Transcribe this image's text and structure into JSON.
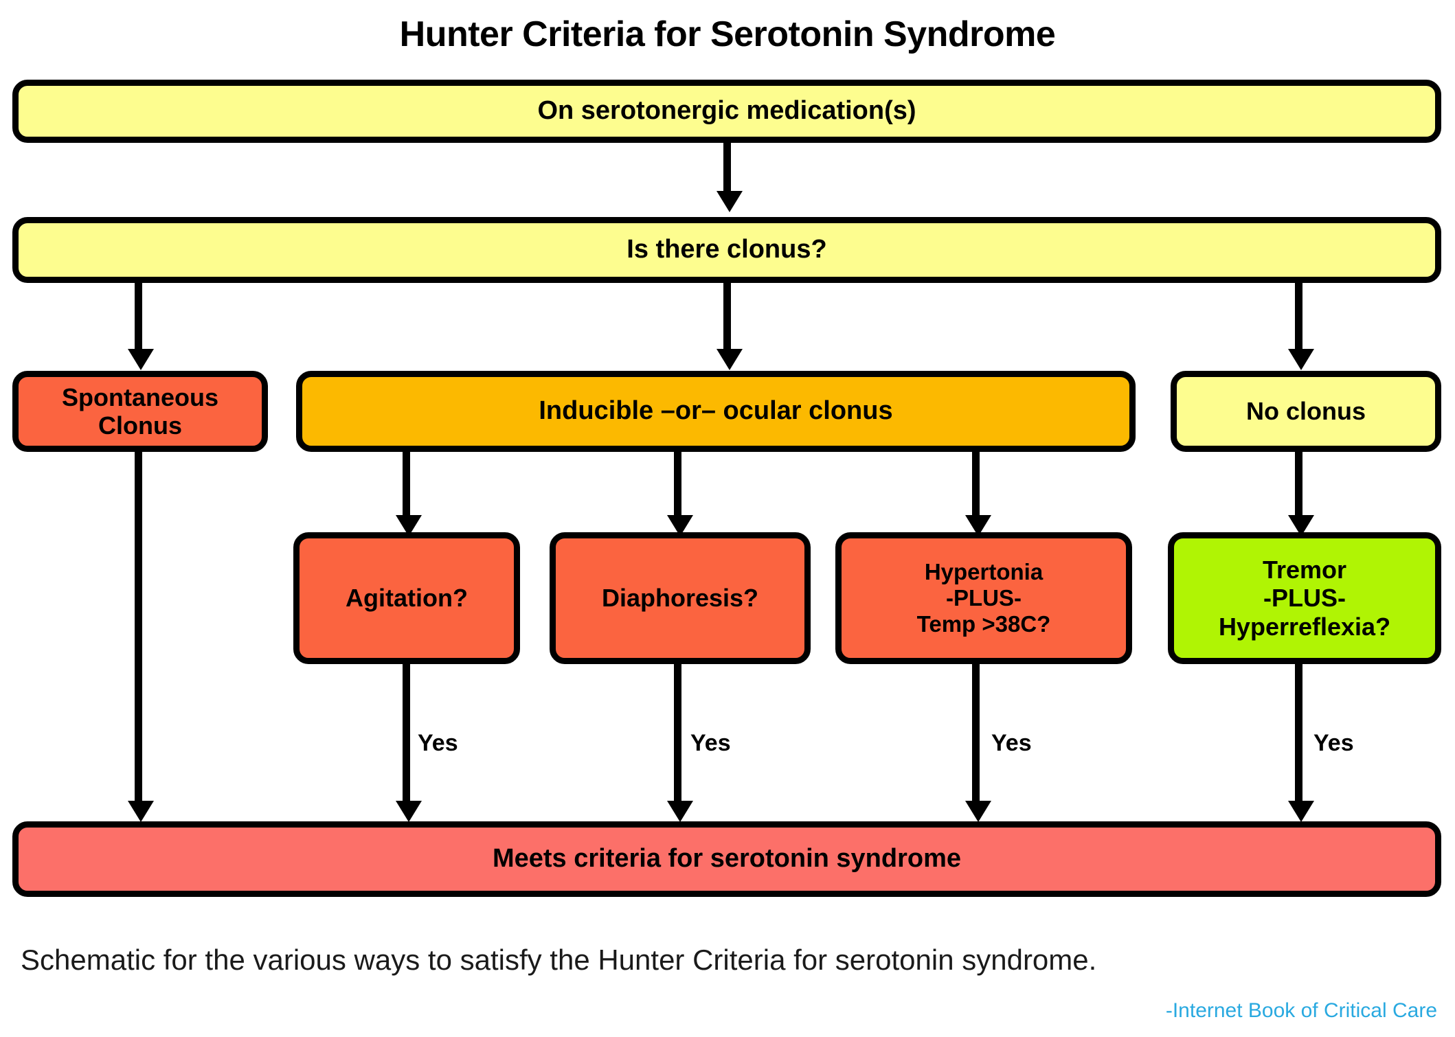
{
  "title": "Hunter Criteria for Serotonin Syndrome",
  "caption": "Schematic for the various ways to satisfy the Hunter Criteria for serotonin syndrome.",
  "attribution": "-Internet Book of Critical Care",
  "colors": {
    "yellow": "#fdfd8f",
    "orange": "#fcb900",
    "red_orange": "#fb6440",
    "green": "#b0f404",
    "salmon": "#fc7069",
    "outline": "#000000",
    "attribution_blue": "#29a9e0"
  },
  "nodes": {
    "start": "On serotonergic medication(s)",
    "clonus_question": "Is there clonus?",
    "spontaneous_clonus": "Spontaneous\nClonus",
    "spontaneous_clonus_line1": "Spontaneous",
    "spontaneous_clonus_line2": "Clonus",
    "inducible_ocular": "Inducible –or– ocular clonus",
    "no_clonus": "No clonus",
    "agitation": "Agitation?",
    "diaphoresis": "Diaphoresis?",
    "hypertonia_line1": "Hypertonia",
    "hypertonia_line2": "-PLUS-",
    "hypertonia_line3": "Temp >38C?",
    "tremor_line1": "Tremor",
    "tremor_line2": "-PLUS-",
    "tremor_line3": "Hyperreflexia?",
    "outcome": "Meets criteria for serotonin syndrome"
  },
  "edge_labels": {
    "yes_1": "Yes",
    "yes_2": "Yes",
    "yes_3": "Yes",
    "yes_4": "Yes"
  },
  "chart_data": {
    "type": "diagram",
    "diagram_kind": "flowchart",
    "title": "Hunter Criteria for Serotonin Syndrome",
    "nodes": [
      {
        "id": "start",
        "label": "On serotonergic medication(s)",
        "color": "#fdfd8f",
        "level": 0
      },
      {
        "id": "clonus_question",
        "label": "Is there clonus?",
        "color": "#fdfd8f",
        "level": 1
      },
      {
        "id": "spontaneous_clonus",
        "label": "Spontaneous Clonus",
        "color": "#fb6440",
        "level": 2
      },
      {
        "id": "inducible_ocular",
        "label": "Inducible –or– ocular clonus",
        "color": "#fcb900",
        "level": 2
      },
      {
        "id": "no_clonus",
        "label": "No clonus",
        "color": "#fdfd8f",
        "level": 2
      },
      {
        "id": "agitation",
        "label": "Agitation?",
        "color": "#fb6440",
        "level": 3
      },
      {
        "id": "diaphoresis",
        "label": "Diaphoresis?",
        "color": "#fb6440",
        "level": 3
      },
      {
        "id": "hypertonia",
        "label": "Hypertonia -PLUS- Temp >38C?",
        "color": "#fb6440",
        "level": 3
      },
      {
        "id": "tremor",
        "label": "Tremor -PLUS- Hyperreflexia?",
        "color": "#b0f404",
        "level": 3
      },
      {
        "id": "outcome",
        "label": "Meets criteria for serotonin syndrome",
        "color": "#fc7069",
        "level": 4
      }
    ],
    "edges": [
      {
        "from": "start",
        "to": "clonus_question",
        "label": ""
      },
      {
        "from": "clonus_question",
        "to": "spontaneous_clonus",
        "label": ""
      },
      {
        "from": "clonus_question",
        "to": "inducible_ocular",
        "label": ""
      },
      {
        "from": "clonus_question",
        "to": "no_clonus",
        "label": ""
      },
      {
        "from": "spontaneous_clonus",
        "to": "outcome",
        "label": ""
      },
      {
        "from": "inducible_ocular",
        "to": "agitation",
        "label": ""
      },
      {
        "from": "inducible_ocular",
        "to": "diaphoresis",
        "label": ""
      },
      {
        "from": "inducible_ocular",
        "to": "hypertonia",
        "label": ""
      },
      {
        "from": "no_clonus",
        "to": "tremor",
        "label": ""
      },
      {
        "from": "agitation",
        "to": "outcome",
        "label": "Yes"
      },
      {
        "from": "diaphoresis",
        "to": "outcome",
        "label": "Yes"
      },
      {
        "from": "hypertonia",
        "to": "outcome",
        "label": "Yes"
      },
      {
        "from": "tremor",
        "to": "outcome",
        "label": "Yes"
      }
    ]
  }
}
